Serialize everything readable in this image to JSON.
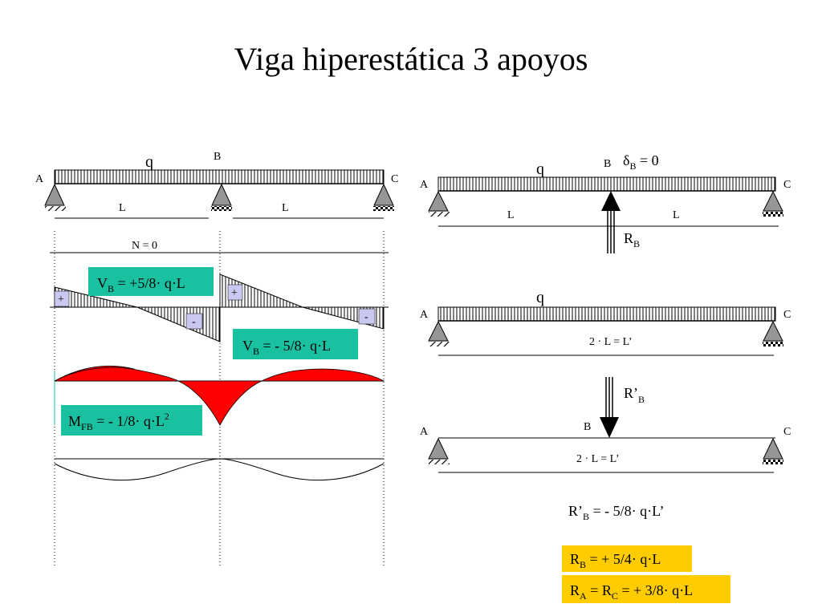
{
  "title": "Viga hiperestática 3 apoyos",
  "colors": {
    "label_green": "#19c1a0",
    "label_yellow": "#ffcc00",
    "moment_red": "#ff0000",
    "sign_blue": "#c8c8f0",
    "support_gray": "#969696"
  },
  "left": {
    "load": "q",
    "node_a": "A",
    "node_b": "B",
    "node_c": "C",
    "span_1": "L",
    "span_2": "L",
    "normal": "N = 0",
    "plus": "+",
    "minus": "-",
    "vb_pos": {
      "a": "V",
      "sub": "B",
      "b": " = +5/8· q·L"
    },
    "vb_neg": {
      "a": "V",
      "sub": "B",
      "b": " = - 5/8· q·L"
    },
    "mfb": {
      "a": "M",
      "sub": "FB",
      "b": " = - 1/8· q·L",
      "sup": "2"
    }
  },
  "right": {
    "beam1": {
      "load": "q",
      "node_a": "A",
      "node_b": "B",
      "node_c": "C",
      "span_1": "L",
      "span_2": "L",
      "delta": {
        "a": "δ",
        "sub": "B",
        "b": " = 0"
      },
      "reaction": {
        "a": "R",
        "sub": "B"
      }
    },
    "beam2": {
      "load": "q",
      "node_a": "A",
      "node_c": "C",
      "span": "2 · L = L’"
    },
    "reaction_prime": {
      "a": "R’",
      "sub": "B"
    },
    "beam3": {
      "node_a": "A",
      "node_b": "B",
      "node_c": "C",
      "span": "2 · L = L’"
    },
    "eq_rbp": {
      "a": "R’",
      "sub": "B",
      "b": " = - 5/8· q·L’"
    },
    "eq_rb": {
      "a": "R",
      "sub": "B",
      "b": " = + 5/4· q·L"
    },
    "eq_ra": {
      "a": "R",
      "sub1": "A",
      "b": " = R",
      "sub2": "C",
      "c": " = + 3/8· q·L"
    }
  }
}
